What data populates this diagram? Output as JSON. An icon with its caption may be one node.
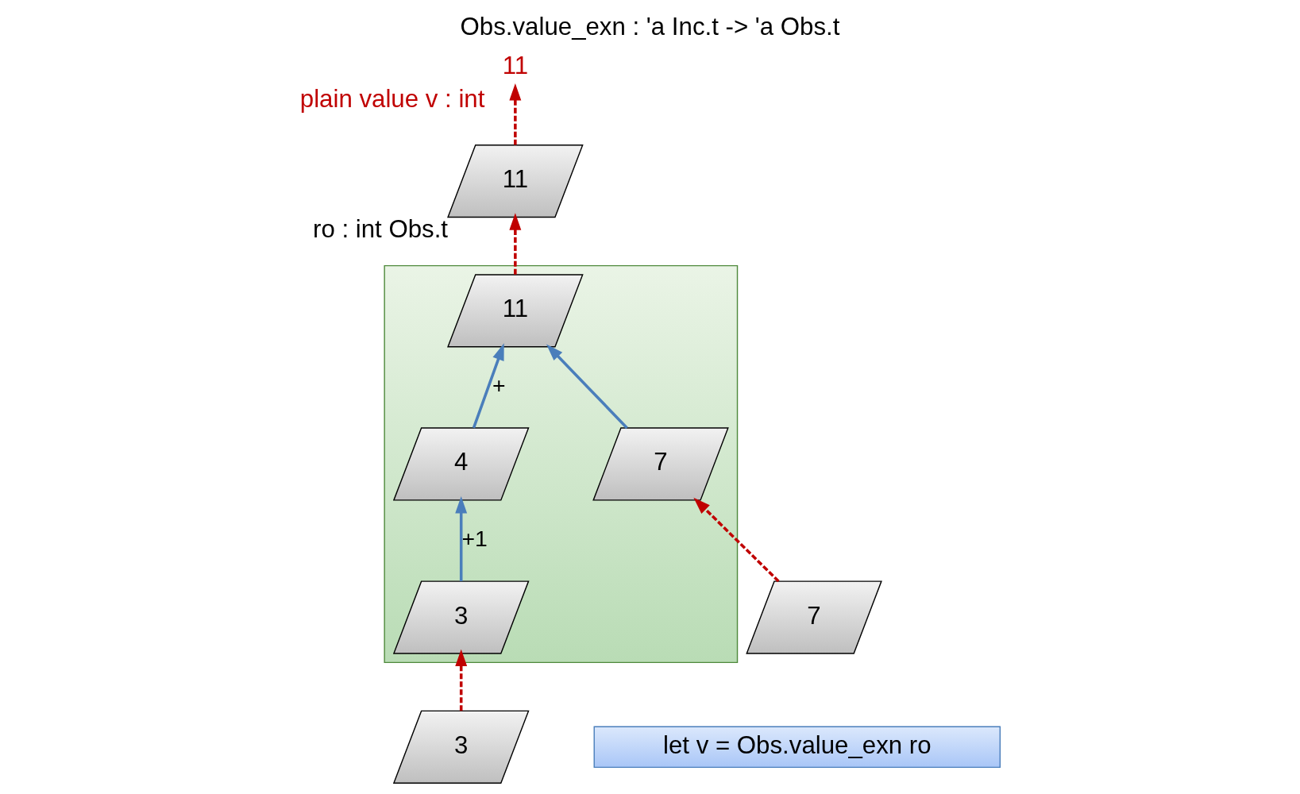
{
  "diagram": {
    "title": "Obs.value_exn : 'a Inc.t -> 'a Obs.t",
    "nodes": [
      {
        "text": [],
        "shape": "band"
      },
      {
        "text": [
          "7"
        ],
        "in": 0
      },
      {
        "text": [
          "11"
        ],
        "in": 0
      },
      {
        "text": [
          "3"
        ],
        "in": 0
      },
      {
        "text": [
          "4"
        ],
        "in": 0
      },
      {
        "text": [
          "11"
        ],
        "beside": [
          "ro : int Obs.t"
        ]
      },
      {
        "text": [
          "11"
        ],
        "beside": [
          "plain value v : int"
        ]
      },
      {
        "text": [
          "7"
        ]
      },
      {
        "text": [
          "3"
        ]
      },
      {
        "text": [
          "let v = Obs.value_exn ro"
        ]
      }
    ],
    "edges": [
      {
        "from": 1,
        "to": 2,
        "arrow": "to",
        "color": "#4a7ebb"
      },
      {
        "from": 4,
        "to": 2,
        "arrow": "to",
        "label": "+",
        "color": "#4a7ebb"
      },
      {
        "from": 3,
        "to": 4,
        "arrow": "to",
        "label": "+1",
        "color": "#4a7ebb"
      },
      {
        "from": 7,
        "to": 1,
        "arrow": "to",
        "style": "dashed"
      },
      {
        "from": 8,
        "to": 3,
        "arrow": "to",
        "style": "dashed"
      },
      {
        "from": 2,
        "to": 5,
        "arrow": "to",
        "style": "dashed"
      },
      {
        "from": 5,
        "to": 6,
        "arrow": "to",
        "style": "dashed"
      }
    ]
  }
}
